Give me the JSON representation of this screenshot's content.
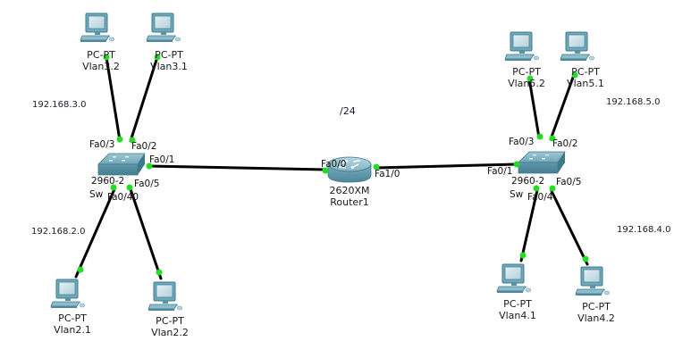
{
  "diagram": {
    "subnet_mask_note": "/24",
    "networks": [
      {
        "id": "net3",
        "label": "192.168.3.0"
      },
      {
        "id": "net2",
        "label": "192.168.2.0"
      },
      {
        "id": "net5",
        "label": "192.168.5.0"
      },
      {
        "id": "net4",
        "label": "192.168.4.0"
      }
    ],
    "router": {
      "model": "2620XM",
      "name": "Router1",
      "ports": [
        "Fa0/0",
        "Fa1/0"
      ]
    },
    "switches": [
      {
        "id": "sw-left",
        "model": "2960-2",
        "name": "Sw",
        "ports": {
          "p1": "Fa0/1",
          "p2": "Fa0/2",
          "p3": "Fa0/3",
          "p4": "Fa0/4",
          "p5": "Fa0/5"
        },
        "extra_port_suffix": "0"
      },
      {
        "id": "sw-right",
        "model": "2960-2",
        "name": "Sw",
        "ports": {
          "p1": "Fa0/1",
          "p2": "Fa0/2",
          "p3": "Fa0/3",
          "p4": "Fa0/4",
          "p5": "Fa0/5"
        }
      }
    ],
    "pcs": [
      {
        "id": "pc-vlan3-2",
        "type": "PC-PT",
        "name": "Vlan3.2"
      },
      {
        "id": "pc-vlan3-1",
        "type": "PC-PT",
        "name": "Vlan3.1"
      },
      {
        "id": "pc-vlan2-1",
        "type": "PC-PT",
        "name": "Vlan2.1"
      },
      {
        "id": "pc-vlan2-2",
        "type": "PC-PT",
        "name": "Vlan2.2"
      },
      {
        "id": "pc-vlan5-2",
        "type": "PC-PT",
        "name": "Vlan5.2"
      },
      {
        "id": "pc-vlan5-1",
        "type": "PC-PT",
        "name": "Vlan5.1"
      },
      {
        "id": "pc-vlan4-1",
        "type": "PC-PT",
        "name": "Vlan4.1"
      },
      {
        "id": "pc-vlan4-2",
        "type": "PC-PT",
        "name": "Vlan4.2"
      }
    ],
    "colors": {
      "link": "#000000",
      "link_status_up": "#22dd22",
      "device_body": "#6aa7b8",
      "device_dark": "#3f7a8c",
      "screen": "#cfe3ea"
    }
  }
}
